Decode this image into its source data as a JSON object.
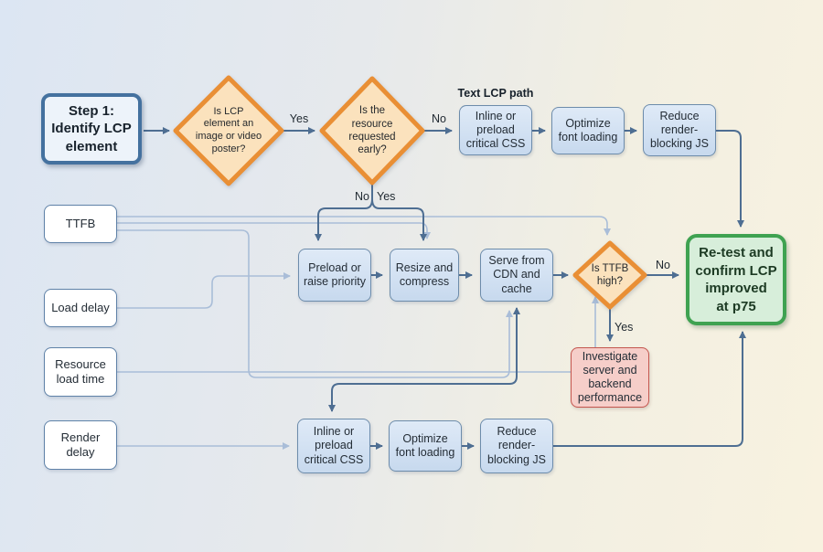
{
  "diagram": {
    "type": "flowchart",
    "topic": "LCP optimization decision flow"
  },
  "nodes": {
    "step1": "Step 1:\nIdentify LCP\nelement",
    "d1": "Is LCP\nelement an\nimage or video\nposter?",
    "d2": "Is the\nresource\nrequested\nearly?",
    "d3": "Is TTFB\nhigh?",
    "ttfb": "TTFB",
    "load_delay": "Load delay",
    "resource_load_time": "Resource\nload time",
    "render_delay": "Render\ndelay",
    "top_css": "Inline or\npreload\ncritical CSS",
    "top_fonts": "Optimize\nfont loading",
    "top_js": "Reduce\nrender-\nblocking JS",
    "preload": "Preload or\nraise priority",
    "resize": "Resize and\ncompress",
    "cdn": "Serve from\nCDN and\ncache",
    "retest": "Re-test and\nconfirm LCP\nimproved\nat p75",
    "investigate": "Investigate\nserver and\nbackend\nperformance",
    "bottom_css": "Inline or\npreload\ncritical CSS",
    "bottom_fonts": "Optimize\nfont loading",
    "bottom_js": "Reduce\nrender-\nblocking JS"
  },
  "labels": {
    "text_lcp_path": "Text LCP path",
    "yes_d1d2": "Yes",
    "no_d2top": "No",
    "no_split": "No",
    "yes_split": "Yes",
    "no_d3": "No",
    "yes_d3": "Yes"
  },
  "colors": {
    "background_left": "#dce6f3",
    "background_right": "#f8f2e0",
    "process_fill": "#cfdff0",
    "process_border": "#6d8cab",
    "diamond_fill": "#fbe2bd",
    "diamond_border": "#e98f35",
    "success_fill": "#d7eeda",
    "success_border": "#3fa251",
    "alert_fill": "#f6cec9",
    "alert_border": "#c4564e",
    "arrow_dark": "#4e6e92",
    "arrow_faint": "#a9bdd8",
    "step1_border": "#44719f"
  }
}
